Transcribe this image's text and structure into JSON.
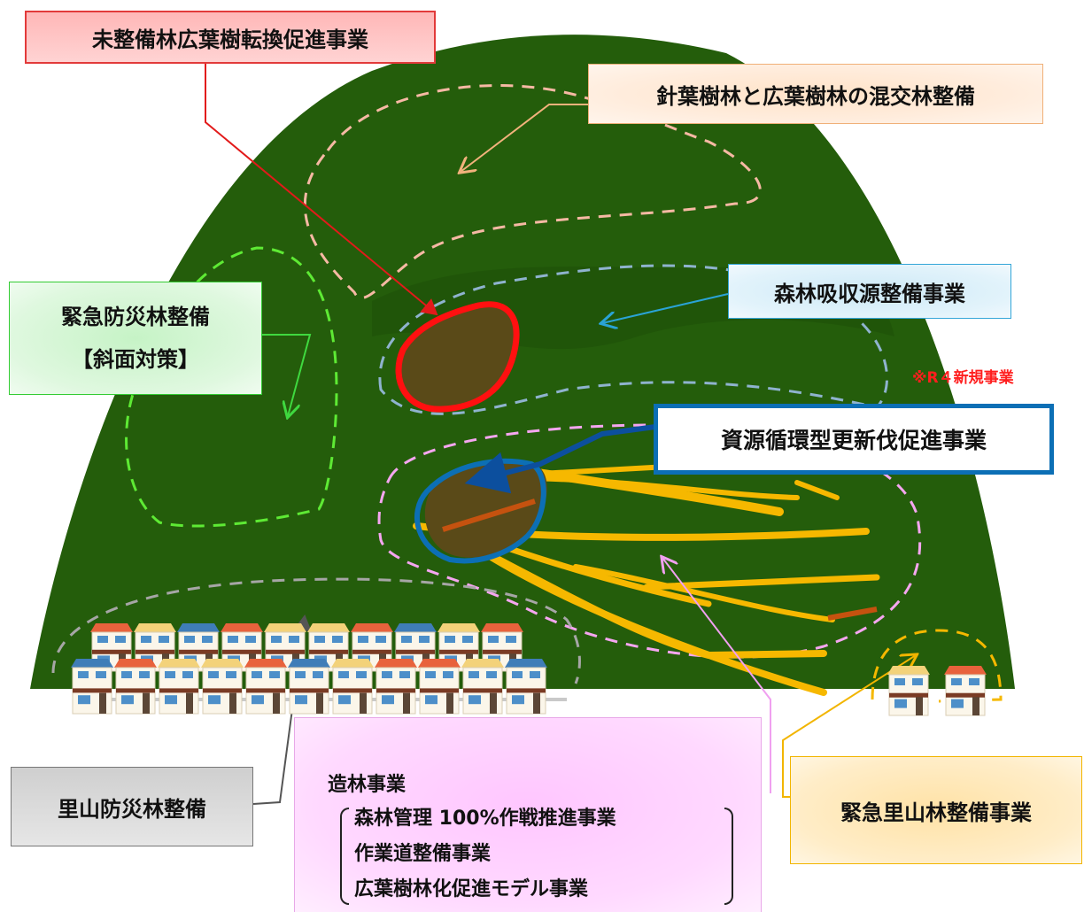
{
  "labels": {
    "mi_seibi": "未整備林広葉樹転換促進事業",
    "shinyou": "針葉樹林と広葉樹林の混交林整備",
    "shinrin_kyuushuu": "森林吸収源整備事業",
    "new_project_note": "※R４新規事業",
    "shigen_junkan": "資源循環型更新伐促進事業",
    "kinkyu_bousai_line1": "緊急防災林整備",
    "kinkyu_bousai_line2": "【斜面対策】",
    "satoyama_bousai": "里山防災林整備",
    "kinkyu_satoyama": "緊急里山林整備事業"
  },
  "zourin": {
    "title": "造林事業",
    "items": [
      "森林管理 100%作戦推進事業",
      "作業道整備事業",
      "広葉樹林化促進モデル事業"
    ]
  },
  "colors": {
    "forest": "#245d0b",
    "forest_shade": "#1f5209",
    "zone_conifer": "#f6b9a4",
    "zone_absorb": "#8fb3cf",
    "zone_slope": "#5eea34",
    "zone_zourin": "#f5a6f0",
    "zone_satoyama": "#a6a6a6",
    "zone_urgent": "#f5b800",
    "red_outline": "#ff1010",
    "blue_outline": "#0c6fb5",
    "road": "#f6b800",
    "road_cut": "#c5520f"
  }
}
